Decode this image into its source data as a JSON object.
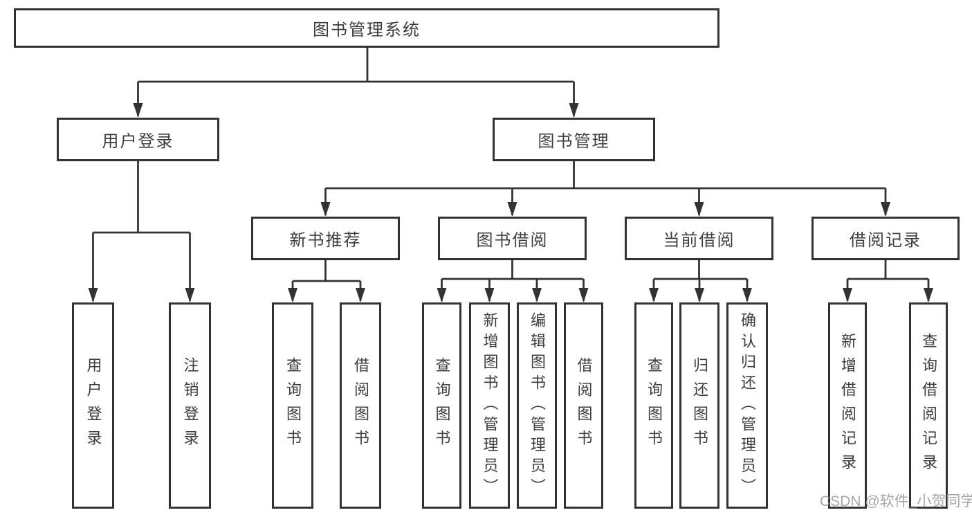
{
  "diagram": {
    "root": {
      "label": "图书管理系统"
    },
    "branches": [
      {
        "label": "用户登录"
      },
      {
        "label": "图书管理"
      }
    ],
    "modules": [
      {
        "label": "新书推荐"
      },
      {
        "label": "图书借阅"
      },
      {
        "label": "当前借阅"
      },
      {
        "label": "借阅记录"
      }
    ],
    "functions": [
      {
        "label": "用户登录"
      },
      {
        "label": "注销登录"
      },
      {
        "label": "查询图书"
      },
      {
        "label": "借阅图书"
      },
      {
        "label": "查询图书"
      },
      {
        "label": "新增图书（管理员）"
      },
      {
        "label": "编辑图书（管理员）"
      },
      {
        "label": "借阅图书"
      },
      {
        "label": "查询图书"
      },
      {
        "label": "归还图书"
      },
      {
        "label": "确认归还（管理员）"
      },
      {
        "label": "新增借阅记录"
      },
      {
        "label": "查询借阅记录"
      }
    ]
  },
  "watermark": {
    "text": "CSDN @软件_小贺同学"
  },
  "colors": {
    "background": "#ffffff",
    "box_border": "#333333",
    "connector_line": "#333333",
    "text": "#3d3d3d",
    "watermark_text": "#9c9c9c"
  }
}
